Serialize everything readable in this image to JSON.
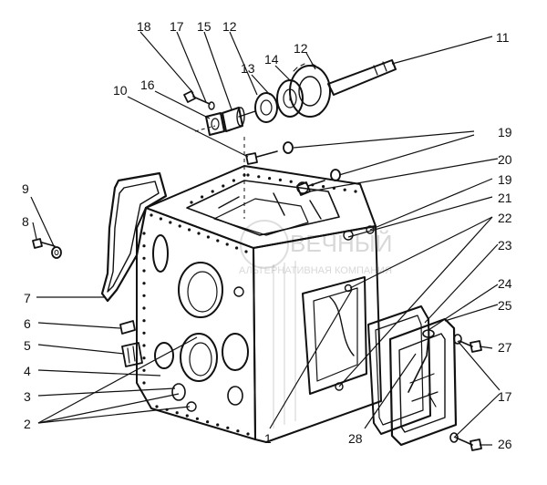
{
  "diagram": {
    "kind": "exploded-assembly",
    "callouts": [
      {
        "id": "c1",
        "label": "1"
      },
      {
        "id": "c2",
        "label": "2"
      },
      {
        "id": "c3",
        "label": "3"
      },
      {
        "id": "c4",
        "label": "4"
      },
      {
        "id": "c5",
        "label": "5"
      },
      {
        "id": "c6",
        "label": "6"
      },
      {
        "id": "c7",
        "label": "7"
      },
      {
        "id": "c8",
        "label": "8"
      },
      {
        "id": "c9",
        "label": "9"
      },
      {
        "id": "c10",
        "label": "10"
      },
      {
        "id": "c11",
        "label": "11"
      },
      {
        "id": "c12a",
        "label": "12"
      },
      {
        "id": "c12b",
        "label": "12"
      },
      {
        "id": "c13",
        "label": "13"
      },
      {
        "id": "c14",
        "label": "14"
      },
      {
        "id": "c15",
        "label": "15"
      },
      {
        "id": "c16",
        "label": "16"
      },
      {
        "id": "c17a",
        "label": "17"
      },
      {
        "id": "c17b",
        "label": "17"
      },
      {
        "id": "c18",
        "label": "18"
      },
      {
        "id": "c19a",
        "label": "19"
      },
      {
        "id": "c19b",
        "label": "19"
      },
      {
        "id": "c20",
        "label": "20"
      },
      {
        "id": "c21",
        "label": "21"
      },
      {
        "id": "c22",
        "label": "22"
      },
      {
        "id": "c23",
        "label": "23"
      },
      {
        "id": "c24",
        "label": "24"
      },
      {
        "id": "c25",
        "label": "25"
      },
      {
        "id": "c26",
        "label": "26"
      },
      {
        "id": "c27",
        "label": "27"
      },
      {
        "id": "c28",
        "label": "28"
      }
    ],
    "watermark": {
      "line1": "ВЕЧНЫЙ",
      "line2": "АЛЬТЕРНАТИВНАЯ КОМПАНИЯ"
    }
  }
}
